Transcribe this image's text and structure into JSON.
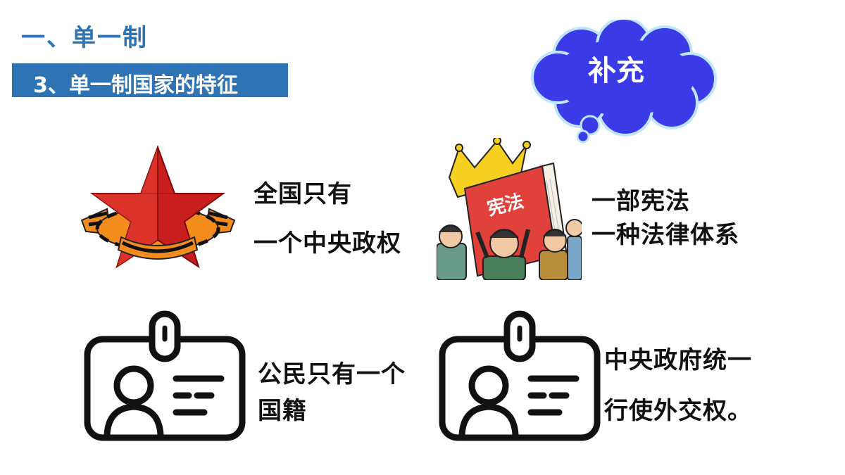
{
  "header": {
    "section_title": "一、单一制",
    "subtitle": "3、单一制国家的特征"
  },
  "callout": {
    "label": "补充",
    "fill_color": "#3a3ae6"
  },
  "features": [
    {
      "line1": "全国只有",
      "line2": "一个中央政权"
    },
    {
      "line1": "一部宪法",
      "line2": "一种法律体系",
      "book_title": "宪法"
    },
    {
      "line1": "公民只有一个",
      "line2": "国籍"
    },
    {
      "line1": "中央政府统一",
      "line2": "行使外交权。"
    }
  ],
  "icons": {
    "star": "red-star-ribbon-icon",
    "book": "constitution-book-icon",
    "card": "id-card-icon"
  },
  "colors": {
    "accent_blue": "#2e74b5",
    "star_red": "#c81e1e",
    "book_red": "#e0413a",
    "crown_yellow": "#f5d020"
  }
}
